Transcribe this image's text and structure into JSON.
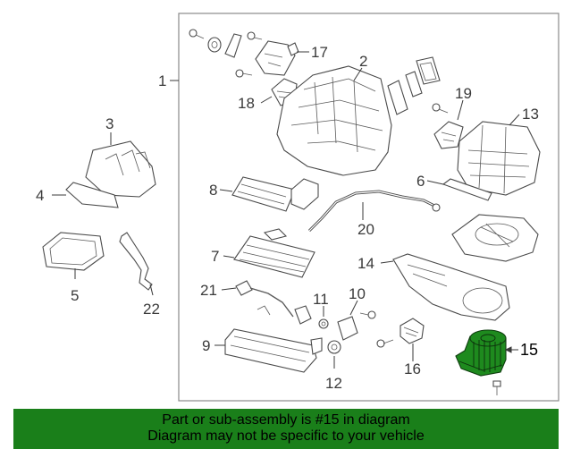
{
  "callouts": {
    "c1": "1",
    "c2": "2",
    "c3": "3",
    "c4": "4",
    "c5": "5",
    "c6": "6",
    "c7": "7",
    "c8": "8",
    "c9": "9",
    "c10": "10",
    "c11": "11",
    "c12": "12",
    "c13": "13",
    "c14": "14",
    "c15": "15",
    "c16": "16",
    "c17": "17",
    "c18": "18",
    "c19": "19",
    "c20": "20",
    "c21": "21",
    "c22": "22"
  },
  "highlight_color": "#1e8a1e",
  "banner": {
    "line1": "Part or sub-assembly is #15 in diagram",
    "line2": "Diagram may not be specific to your vehicle",
    "background": "#1a7f1a"
  }
}
